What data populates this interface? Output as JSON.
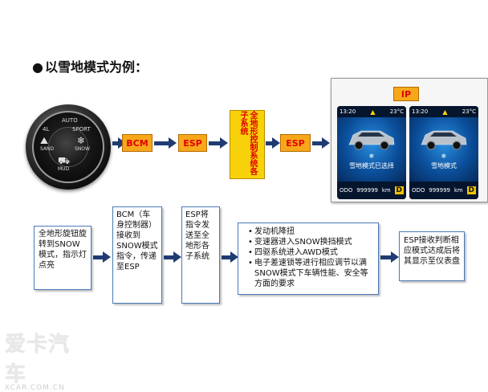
{
  "title": {
    "bullet": "●",
    "text": "以雪地模式为例："
  },
  "knob": {
    "labels": {
      "auto": "AUTO",
      "l4": "4L",
      "sport": "SPORT",
      "sand": "SAND",
      "mud": "MUD",
      "snow": "SNOW"
    }
  },
  "top_flow": {
    "bcm": "BCM",
    "esp1": "ESP",
    "system": "全地形控制系统各子系统",
    "esp2": "ESP",
    "ip": "IP"
  },
  "screens": [
    {
      "time": "13:20",
      "temp": "23°C",
      "message": "雪地模式已选择",
      "odo": "ODO",
      "odo_value": "999999",
      "unit": "km",
      "gear": "D"
    },
    {
      "time": "13:20",
      "temp": "23°C",
      "message": "雪地模式",
      "odo": "ODO",
      "odo_value": "999999",
      "unit": "km",
      "gear": "D"
    }
  ],
  "bottom_flow": {
    "step1": "全地形旋钮旋转到SNOW模式，指示灯点亮",
    "step2": "BCM（车身控制器）接收到SNOW模式指令，传递至ESP",
    "step3": "ESP将指令发送至全地形各子系统",
    "step4": [
      "发动机降扭",
      "变速器进入SNOW换挡模式",
      "四驱系统进入AWD模式",
      "电子差速锁等进行相应调节以满SNOW模式下车辆性能、安全等方面的要求"
    ],
    "step5": "ESP接收判断相应模式达成后将其显示至仪表盘"
  },
  "watermark": {
    "cn": "爱卡汽车",
    "en": "XCAR.COM.CN"
  },
  "colors": {
    "orange": "#f7a81a",
    "yellow": "#f7d20a",
    "label_red": "#e00000",
    "arrow": "#1f3b73",
    "box_border": "#4a7ab7"
  }
}
